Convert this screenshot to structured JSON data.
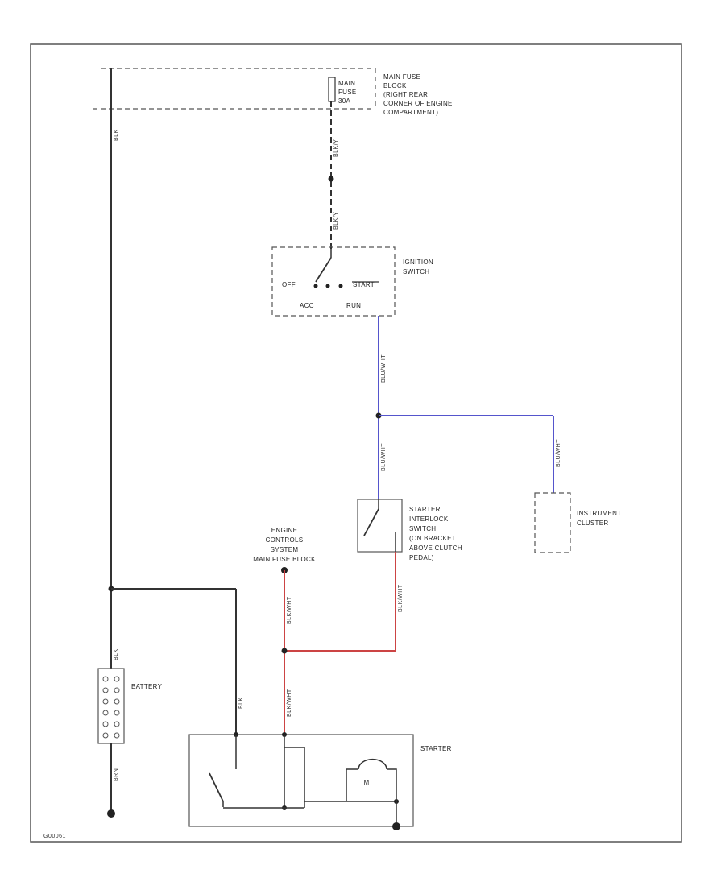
{
  "colors": {
    "black_wire": "#333333",
    "blue_wire": "#5555cc",
    "red_wire": "#cc4444",
    "frame": "#555555"
  },
  "labels": {
    "main_fuse_block": [
      "MAIN FUSE",
      "BLOCK",
      "(RIGHT REAR",
      "CORNER OF ENGINE",
      "COMPARTMENT)"
    ],
    "main_fuse_inner": [
      "MAIN",
      "FUSE",
      "30A"
    ],
    "ignition_switch": [
      "IGNITION",
      "SWITCH"
    ],
    "ign_off": "OFF",
    "ign_start": "START",
    "ign_acc": "ACC",
    "ign_run": "RUN",
    "starter_interlock": [
      "STARTER",
      "INTERLOCK",
      "SWITCH",
      "(ON BRACKET",
      "ABOVE CLUTCH",
      "PEDAL)"
    ],
    "instrument_cluster": [
      "INSTRUMENT",
      "CLUSTER"
    ],
    "engine_controls": [
      "ENGINE",
      "CONTROLS",
      "SYSTEM",
      "MAIN FUSE BLOCK"
    ],
    "battery": "BATTERY",
    "starter": "STARTER",
    "motor": "M",
    "figure_id": "G00061"
  },
  "wires": {
    "battery_to_fuse": "BLK",
    "fuse_to_ign_upper": "BLK/Y",
    "fuse_to_ign_lower": "BLK/Y",
    "ign_run_out": "BLU/WHT",
    "to_interlock": "BLU/WHT",
    "to_cluster": "BLU/WHT",
    "interlock_out": "BLK/WHT",
    "engine_controls_out": "BLK/WHT",
    "to_starter_solenoid": "BLK/WHT",
    "battery_plus": "BLK",
    "starter_feed": "BLK",
    "battery_ground": "BRN"
  }
}
